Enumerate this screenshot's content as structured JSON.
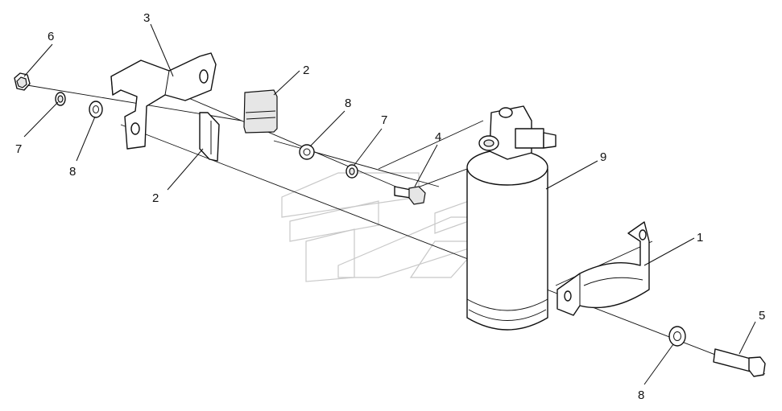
{
  "callouts": [
    {
      "id": "c1",
      "text": "1"
    },
    {
      "id": "c2a",
      "text": "2"
    },
    {
      "id": "c2b",
      "text": "2"
    },
    {
      "id": "c3",
      "text": "3"
    },
    {
      "id": "c4",
      "text": "4"
    },
    {
      "id": "c5",
      "text": "5"
    },
    {
      "id": "c6",
      "text": "6"
    },
    {
      "id": "c7a",
      "text": "7"
    },
    {
      "id": "c7b",
      "text": "7"
    },
    {
      "id": "c8a",
      "text": "8"
    },
    {
      "id": "c8b",
      "text": "8"
    },
    {
      "id": "c8c",
      "text": "8"
    },
    {
      "id": "c9",
      "text": "9"
    }
  ],
  "colors": {
    "line": "#111111",
    "watermark": "#c8c8c8",
    "shade": "#e6e6e6"
  }
}
